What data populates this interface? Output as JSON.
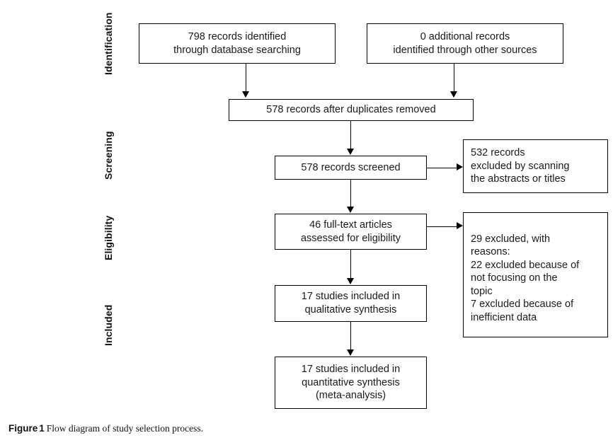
{
  "figure": {
    "caption_label": "Figure",
    "caption_number": "1",
    "caption_text": "Flow diagram of study selection process."
  },
  "stages": [
    {
      "id": "identification",
      "label": "Identification"
    },
    {
      "id": "screening",
      "label": "Screening"
    },
    {
      "id": "eligibility",
      "label": "Eligibility"
    },
    {
      "id": "included",
      "label": "Included"
    }
  ],
  "nodes": {
    "database_search": {
      "text": "798 records identified\nthrough database searching",
      "count": 798
    },
    "other_sources": {
      "text": "0 additional records\nidentified through other sources",
      "count": 0
    },
    "after_duplicates": {
      "text": "578 records after duplicates removed",
      "count": 578
    },
    "screened": {
      "text": "578 records screened",
      "count": 578
    },
    "screened_excluded": {
      "text": "532 records\nexcluded by scanning\nthe abstracts or titles",
      "count": 532
    },
    "full_text_assessed": {
      "text": "46 full-text articles\nassessed for eligibility",
      "count": 46
    },
    "full_text_excluded": {
      "paragraphs": [
        "29 excluded, with\nreasons:",
        "22 excluded because of\nnot focusing on the\ntopic",
        "7 excluded because of\ninefficient data"
      ],
      "count": 29
    },
    "qualitative_synthesis": {
      "text": "17 studies included in\nqualitative synthesis",
      "count": 17
    },
    "quantitative_synthesis": {
      "text": "17 studies included in\nquantitative synthesis\n(meta-analysis)",
      "count": 17
    }
  },
  "colors": {
    "stroke": "#000000",
    "text": "#1a1a1a",
    "background": "#ffffff"
  }
}
